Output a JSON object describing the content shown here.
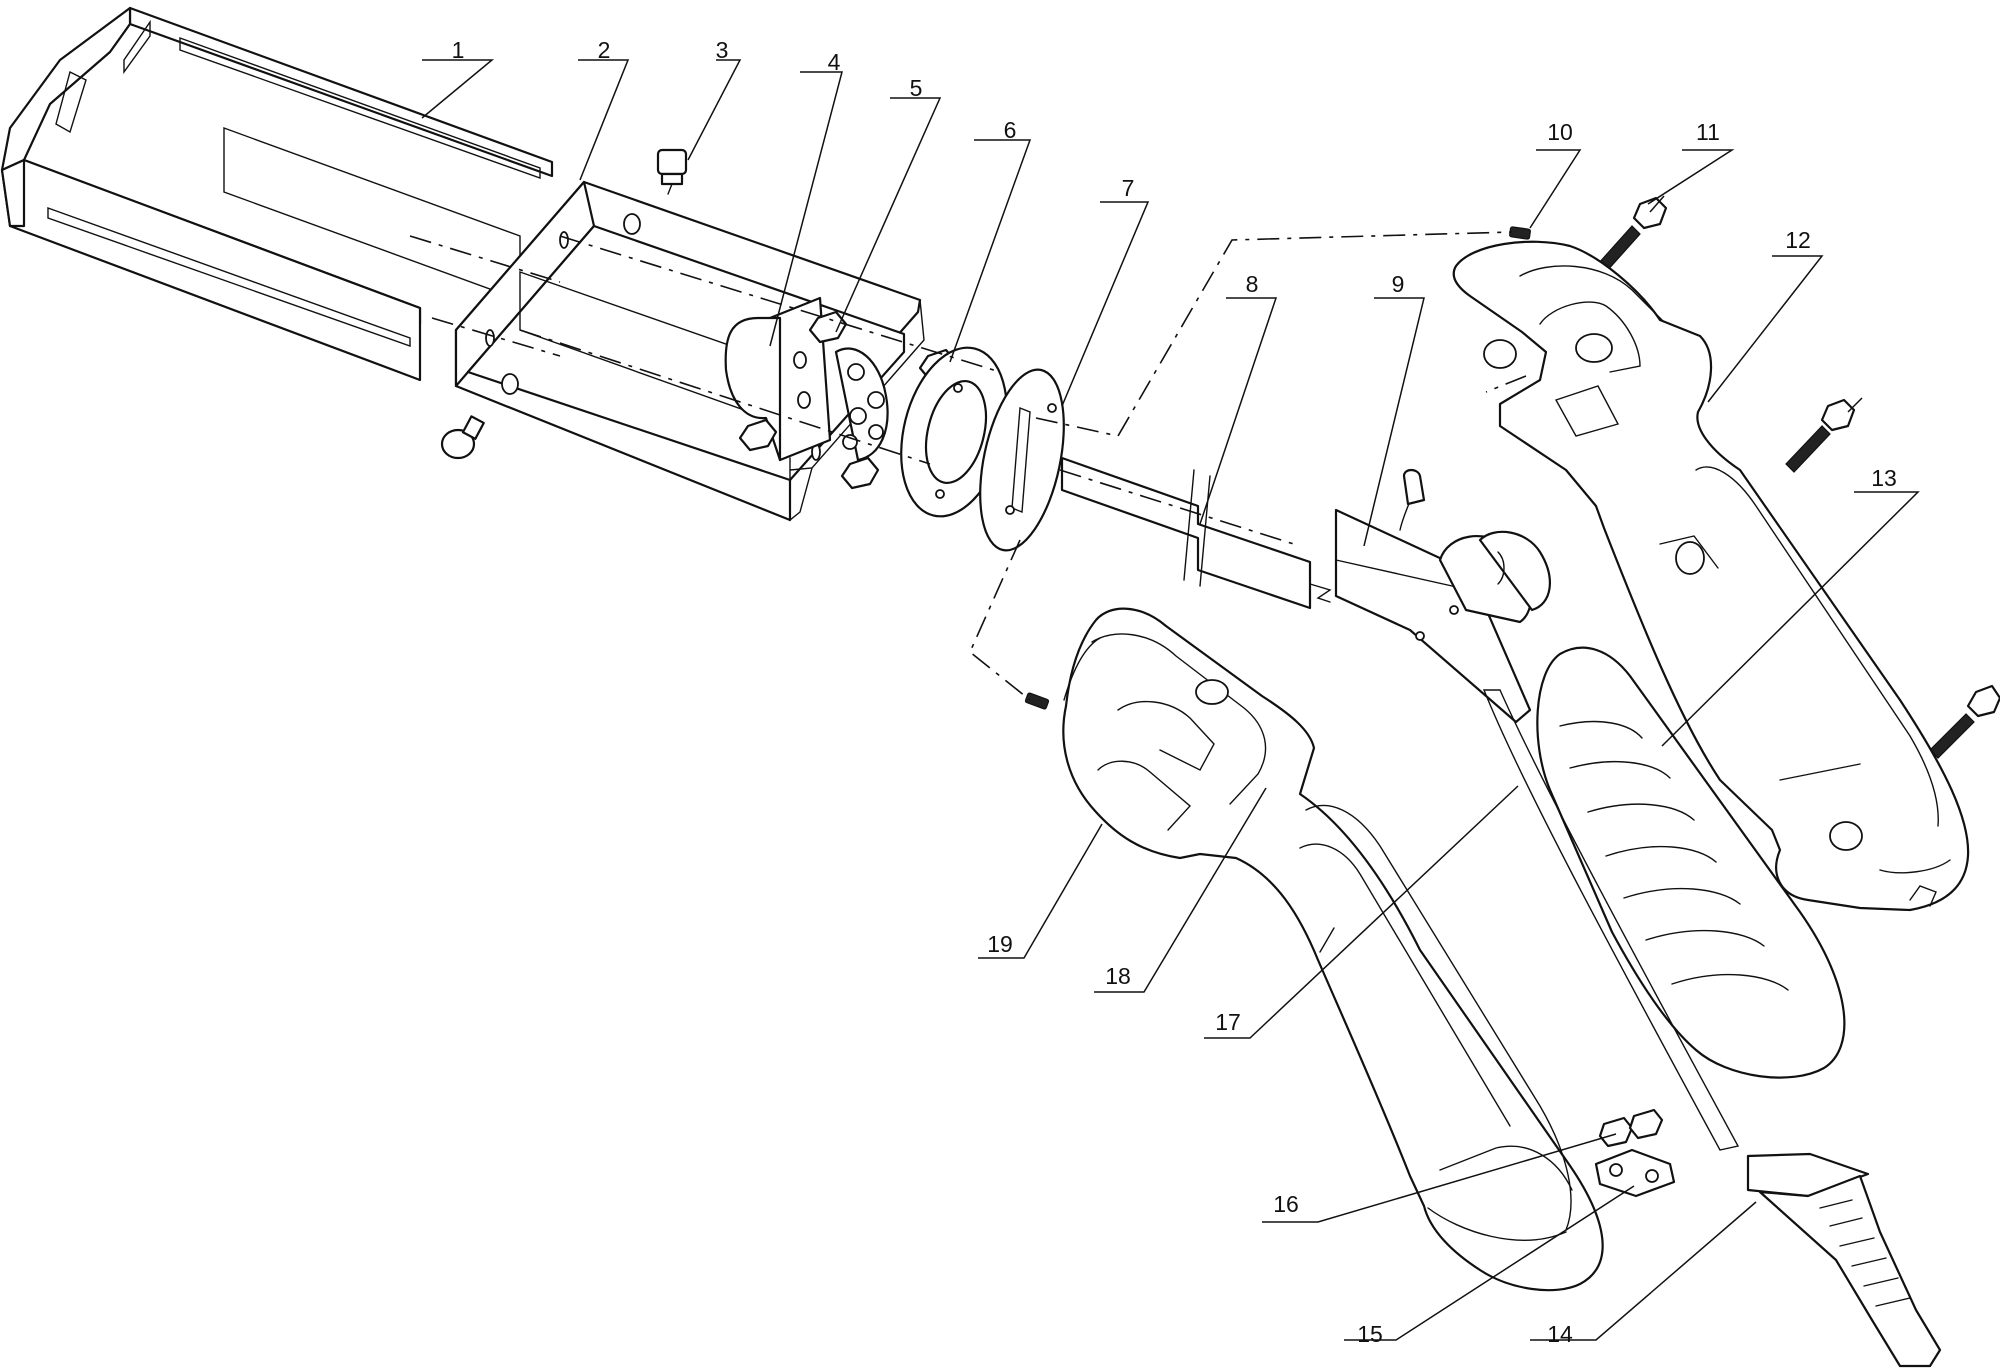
{
  "callouts": [
    {
      "id": "part-1",
      "label": "1"
    },
    {
      "id": "part-2",
      "label": "2"
    },
    {
      "id": "part-3",
      "label": "3"
    },
    {
      "id": "part-4",
      "label": "4"
    },
    {
      "id": "part-5",
      "label": "5"
    },
    {
      "id": "part-6",
      "label": "6"
    },
    {
      "id": "part-7",
      "label": "7"
    },
    {
      "id": "part-8",
      "label": "8"
    },
    {
      "id": "part-9",
      "label": "9"
    },
    {
      "id": "part-10",
      "label": "10"
    },
    {
      "id": "part-11",
      "label": "11"
    },
    {
      "id": "part-12",
      "label": "12"
    },
    {
      "id": "part-13",
      "label": "13"
    },
    {
      "id": "part-14",
      "label": "14"
    },
    {
      "id": "part-15",
      "label": "15"
    },
    {
      "id": "part-16",
      "label": "16"
    },
    {
      "id": "part-17",
      "label": "17"
    },
    {
      "id": "part-18",
      "label": "18"
    },
    {
      "id": "part-19",
      "label": "19"
    }
  ],
  "colors": {
    "line": "#111111",
    "background": "#ffffff"
  }
}
